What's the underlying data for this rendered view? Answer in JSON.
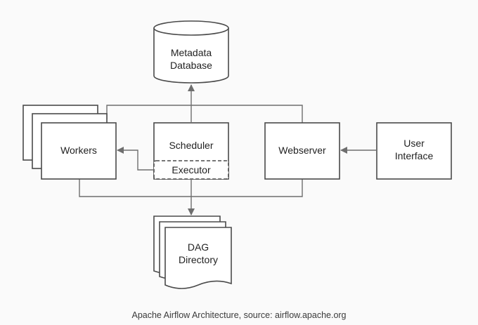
{
  "diagram": {
    "nodes": {
      "metadata_database": {
        "line1": "Metadata",
        "line2": "Database"
      },
      "workers": {
        "label": "Workers"
      },
      "scheduler": {
        "label": "Scheduler"
      },
      "executor": {
        "label": "Executor"
      },
      "webserver": {
        "label": "Webserver"
      },
      "user_interface": {
        "line1": "User",
        "line2": "Interface"
      },
      "dag_directory": {
        "line1": "DAG",
        "line2": "Directory"
      }
    },
    "edges": [
      {
        "from": "scheduler",
        "to": "metadata_database"
      },
      {
        "from": "executor",
        "to": "workers"
      },
      {
        "from": "scheduler",
        "to": "dag_directory"
      },
      {
        "from": "user_interface",
        "to": "webserver"
      },
      {
        "from": "workers",
        "to": "webserver",
        "style": "bus-top"
      },
      {
        "from": "workers",
        "to": "webserver",
        "style": "bus-bottom"
      }
    ],
    "colors": {
      "stroke": "#4a4a4a",
      "connector": "#6e6e6e",
      "fill": "#ffffff",
      "background": "#fafafa"
    }
  },
  "caption": "Apache Airflow Architecture, source: airflow.apache.org"
}
